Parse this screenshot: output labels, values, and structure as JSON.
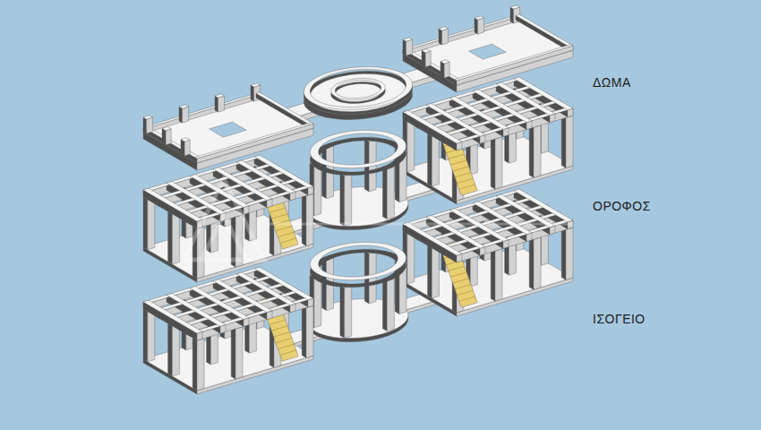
{
  "diagram": {
    "labels": [
      "ΔΩΜΑ",
      "ΟΡΟΦΟΣ",
      "ΙΣΟΓΕΙΟ"
    ]
  }
}
